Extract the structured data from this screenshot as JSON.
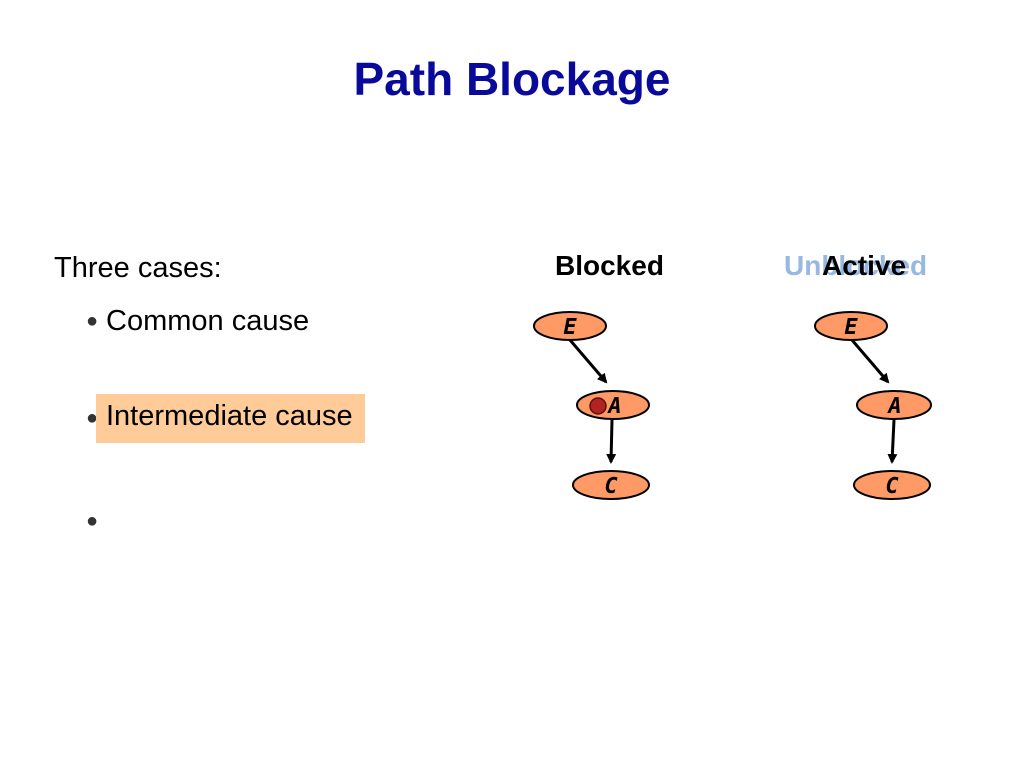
{
  "slide": {
    "title": "Path Blockage",
    "intro": "Three cases:",
    "bullets": [
      "Common cause",
      "Intermediate cause",
      ""
    ]
  },
  "diagrams": {
    "left": {
      "heading": "Blocked",
      "nodes": [
        "E",
        "A",
        "C"
      ],
      "observed_node": "A"
    },
    "right": {
      "heading_under": "Unblocked",
      "heading_over": "Active",
      "nodes": [
        "E",
        "A",
        "C"
      ]
    }
  },
  "colors": {
    "title": "#0a0a9a",
    "node_fill": "#ff9966",
    "highlight": "#ffcc99",
    "faded_heading": "#99b8df",
    "observed_marker": "#b22222"
  }
}
